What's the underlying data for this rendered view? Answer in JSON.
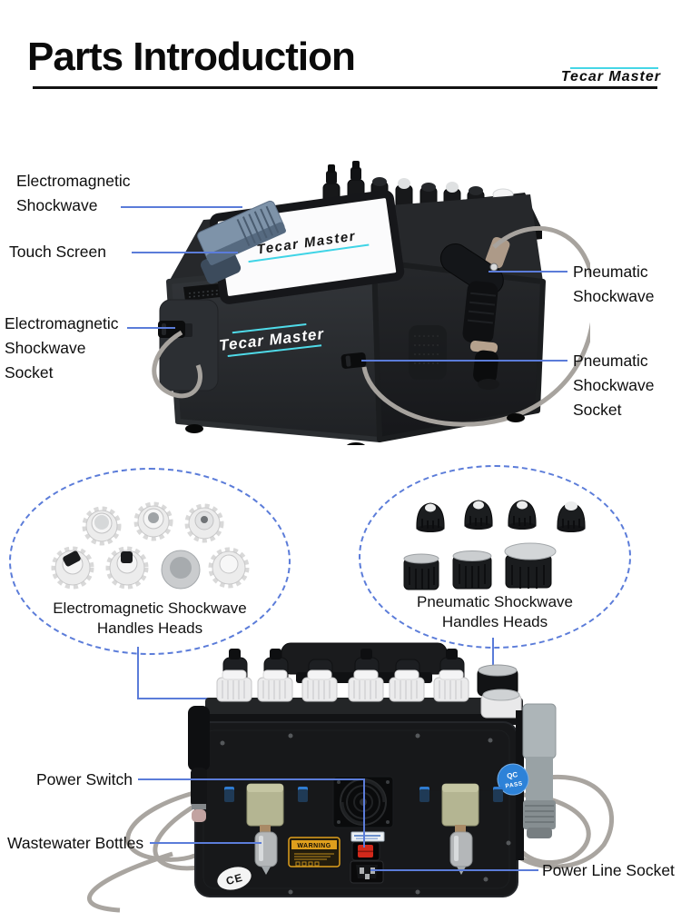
{
  "header": {
    "title": "Parts Introduction",
    "brand": "Tecar Master"
  },
  "front_view": {
    "screen_text": "Tecar Master",
    "body_text": "Tecar Master",
    "labels": {
      "em_shockwave": "Electromagnetic\nShockwave",
      "touch_screen": "Touch Screen",
      "em_shockwave_socket": "Electromagnetic\nShockwave\nSocket",
      "pneumatic_shockwave": "Pneumatic\nShockwave",
      "pneumatic_shockwave_socket": "Pneumatic\nShockwave\nSocket"
    }
  },
  "heads": {
    "em_label": "Electromagnetic Shockwave\nHandles Heads",
    "pneumatic_label": "Pneumatic Shockwave\nHandles Heads"
  },
  "back_view": {
    "labels": {
      "power_switch": "Power Switch",
      "wastewater_bottles": "Wastewater Bottles",
      "power_line_socket": "Power Line Socket"
    },
    "stickers": {
      "warning": "WARNING",
      "ce": "CE",
      "qc_line1": "QC",
      "qc_line2": "PASS"
    }
  },
  "colors": {
    "callout_line": "#5b7cd9",
    "ellipse_dash": "#5b7cd9",
    "brand_accent": "#45d6e6"
  }
}
